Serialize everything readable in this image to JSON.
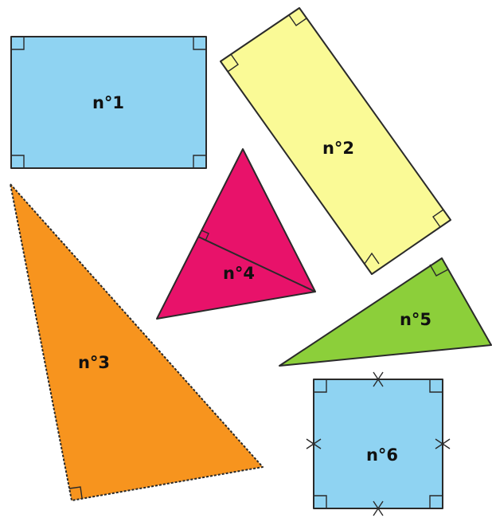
{
  "shapes": [
    {
      "id": "1",
      "kind": "rectangle",
      "label": "n°1",
      "color": "#8fd3f2"
    },
    {
      "id": "2",
      "kind": "rectangle",
      "label": "n°2",
      "color": "#fafa96"
    },
    {
      "id": "3",
      "kind": "right-triangle",
      "label": "n°3",
      "color": "#f7941e"
    },
    {
      "id": "4",
      "kind": "triangle-with-height",
      "label": "n°4",
      "color": "#e8126a"
    },
    {
      "id": "5",
      "kind": "right-triangle",
      "label": "n°5",
      "color": "#8ccf3a"
    },
    {
      "id": "6",
      "kind": "square",
      "label": "n°6",
      "color": "#8fd3f2"
    }
  ],
  "stroke_color": "#2a2a2a"
}
